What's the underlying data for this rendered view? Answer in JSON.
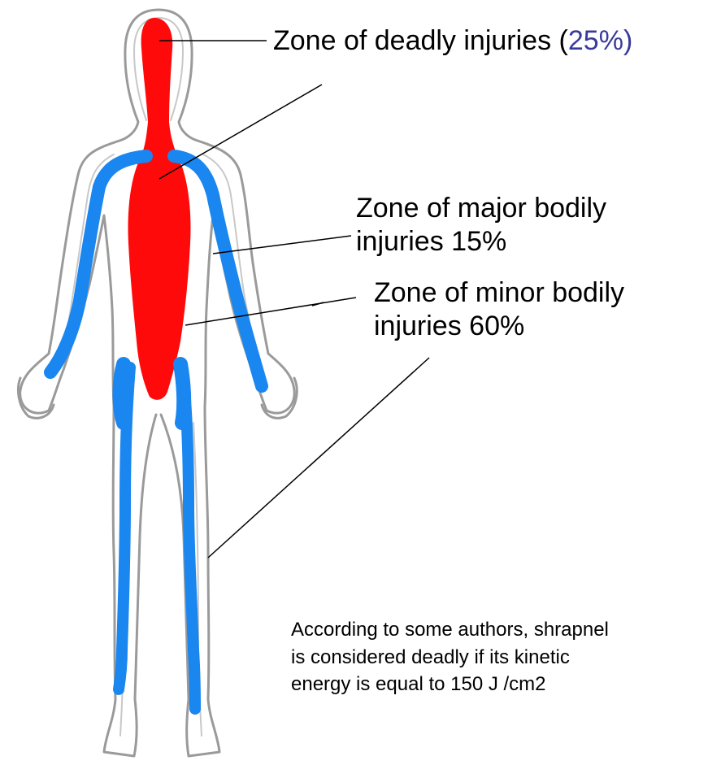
{
  "labels": {
    "deadly_prefix": "Zone of deadly injuries (",
    "deadly_percent": "25%",
    "deadly_suffix": ")",
    "major_line1": "Zone of major bodily",
    "major_line2": "injuries 15%",
    "minor_line1": "Zone of minor bodily",
    "minor_line2": "injuries 60%",
    "note_line1": "According to some authors, shrapnel",
    "note_line2": "is considered deadly if its kinetic",
    "note_line3": "energy is equal to 150 J /cm2"
  },
  "colors": {
    "deadly_zone": "#ff0a0a",
    "major_zone": "#1a86f0",
    "outline": "#9a9a9a",
    "accent_text": "#3a3a9c"
  }
}
